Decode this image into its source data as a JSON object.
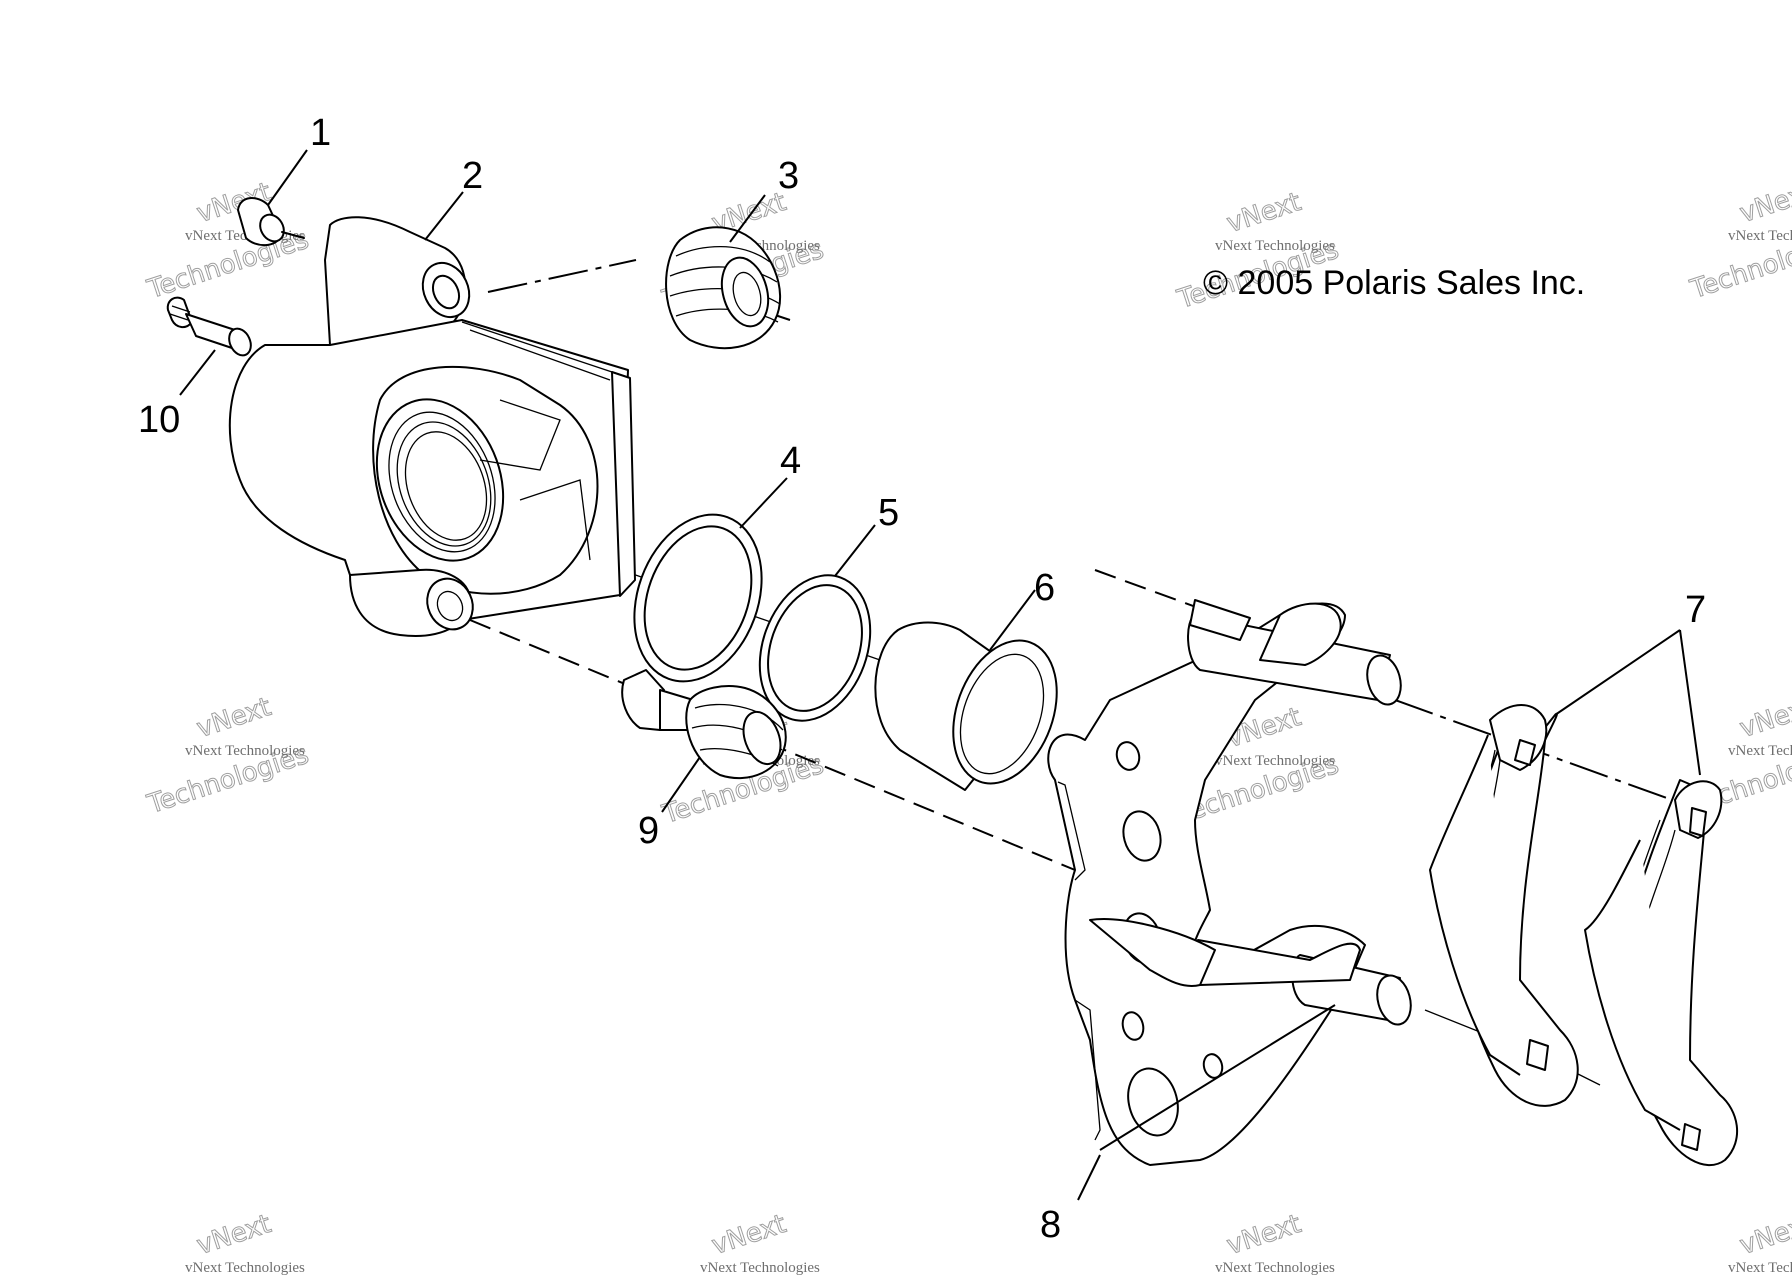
{
  "copyright": "© 2005 Polaris Sales Inc.",
  "callouts": [
    "1",
    "2",
    "3",
    "4",
    "5",
    "6",
    "7",
    "8",
    "9",
    "10"
  ],
  "watermark": {
    "line1": "vNext Technologies",
    "line2": "vNext",
    "line3": "Technologies"
  }
}
